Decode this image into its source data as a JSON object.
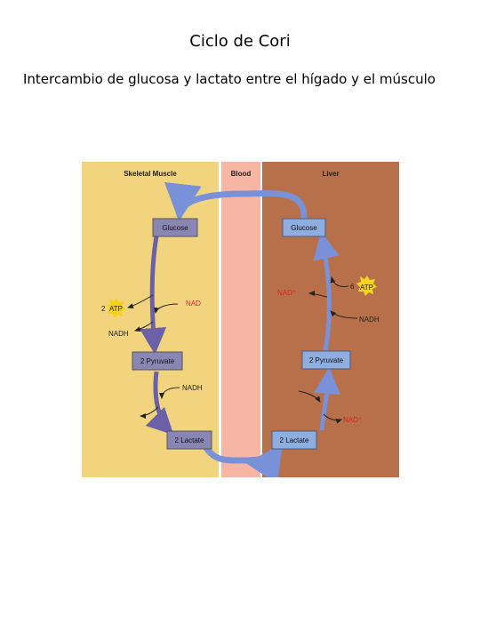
{
  "page": {
    "title": "Ciclo de Cori",
    "subtitle": "Intercambio de glucosa y lactato entre el hígado y el músculo"
  },
  "diagram": {
    "panels": {
      "muscle": "Skeletal Muscle",
      "blood": "Blood",
      "liver": "Liver"
    },
    "muscle": {
      "glucose": "Glucose",
      "pyruvate": "2 Pyruvate",
      "lactate": "2 Lactate",
      "nad": "NAD",
      "nadh_out": "NADH",
      "nadh_in": "NADH",
      "atp_count": "2",
      "atp": "ATP"
    },
    "liver": {
      "glucose": "Glucose",
      "pyruvate": "2 Pyruvate",
      "lactate": "2 Lactate",
      "nad_plus_upper": "NAD⁺",
      "nadh": "NADH",
      "nad_plus_lower": "NAD⁺",
      "atp_count": "6",
      "atp": "ATP"
    },
    "colors": {
      "muscle_bg": "#f2d47e",
      "blood_bg": "#f7b5a3",
      "liver_bg": "#b8704a",
      "muscle_box": "#8a86b3",
      "liver_box": "#8faee0",
      "cycle_arrow": "#7891d8",
      "nad_red": "#d8242a",
      "atp_star": "#f5d21c"
    }
  }
}
